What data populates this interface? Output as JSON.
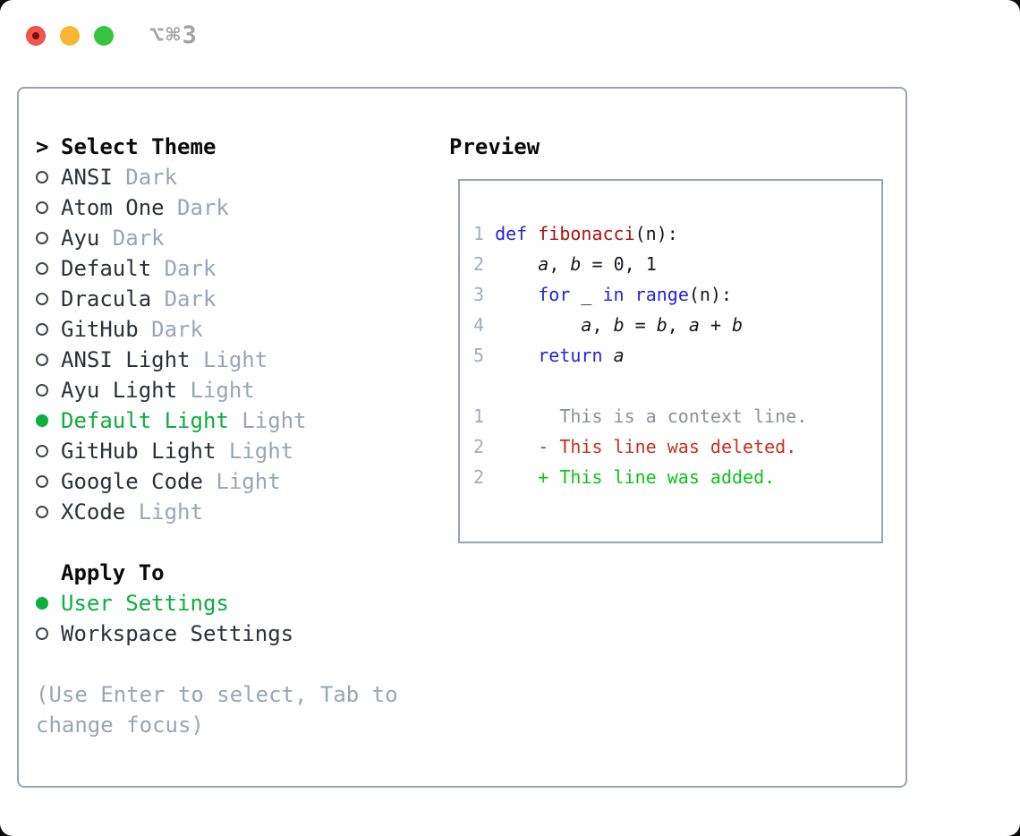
{
  "titlebar": {
    "shortcut": "⌥⌘3",
    "lights": [
      "close",
      "minimize",
      "zoom"
    ]
  },
  "colors": {
    "accent_green": "#0cae3e",
    "keyword_blue": "#2323df",
    "function_red": "#ad1310",
    "deleted_red": "#c63120",
    "added_green": "#10c11b",
    "muted_gray": "#9aa5b6",
    "border_gray": "#99a3b1",
    "traffic_red": "#f2564f",
    "traffic_yellow": "#f7b733",
    "traffic_green": "#36c43f"
  },
  "theme_section": {
    "focus_marker": ">",
    "header": "Select Theme",
    "items": [
      {
        "name": "ANSI",
        "variant": "Dark",
        "selected": false
      },
      {
        "name": "Atom One",
        "variant": "Dark",
        "selected": false
      },
      {
        "name": "Ayu",
        "variant": "Dark",
        "selected": false
      },
      {
        "name": "Default",
        "variant": "Dark",
        "selected": false
      },
      {
        "name": "Dracula",
        "variant": "Dark",
        "selected": false
      },
      {
        "name": "GitHub",
        "variant": "Dark",
        "selected": false
      },
      {
        "name": "ANSI Light",
        "variant": "Light",
        "selected": false
      },
      {
        "name": "Ayu Light",
        "variant": "Light",
        "selected": false
      },
      {
        "name": "Default Light",
        "variant": "Light",
        "selected": true
      },
      {
        "name": "GitHub Light",
        "variant": "Light",
        "selected": false
      },
      {
        "name": "Google Code",
        "variant": "Light",
        "selected": false
      },
      {
        "name": "XCode",
        "variant": "Light",
        "selected": false
      }
    ]
  },
  "apply_section": {
    "header": "Apply To",
    "items": [
      {
        "name": "User Settings",
        "selected": true
      },
      {
        "name": "Workspace Settings",
        "selected": false
      }
    ]
  },
  "hint_lines": [
    "(Use Enter to select, Tab to",
    "change focus)"
  ],
  "preview": {
    "title": "Preview",
    "lines": [
      {
        "gutter": "1",
        "tokens": [
          {
            "t": "def",
            "s": "kw"
          },
          {
            "t": " ",
            "s": "pl"
          },
          {
            "t": "fibonacci",
            "s": "fn"
          },
          {
            "t": "(n):",
            "s": "pl"
          }
        ]
      },
      {
        "gutter": "2",
        "tokens": [
          {
            "t": "    ",
            "s": "pl"
          },
          {
            "t": "a",
            "s": "var"
          },
          {
            "t": ", ",
            "s": "pl"
          },
          {
            "t": "b",
            "s": "var"
          },
          {
            "t": " = 0, 1",
            "s": "pl"
          }
        ]
      },
      {
        "gutter": "3",
        "tokens": [
          {
            "t": "    ",
            "s": "pl"
          },
          {
            "t": "for",
            "s": "kw"
          },
          {
            "t": " _ ",
            "s": "pl"
          },
          {
            "t": "in",
            "s": "kw"
          },
          {
            "t": " ",
            "s": "pl"
          },
          {
            "t": "range",
            "s": "kw"
          },
          {
            "t": "(n):",
            "s": "pl"
          }
        ]
      },
      {
        "gutter": "4",
        "tokens": [
          {
            "t": "        ",
            "s": "pl"
          },
          {
            "t": "a",
            "s": "var"
          },
          {
            "t": ", ",
            "s": "pl"
          },
          {
            "t": "b",
            "s": "var"
          },
          {
            "t": " = ",
            "s": "pl"
          },
          {
            "t": "b",
            "s": "var"
          },
          {
            "t": ", ",
            "s": "pl"
          },
          {
            "t": "a",
            "s": "var"
          },
          {
            "t": " + ",
            "s": "pl"
          },
          {
            "t": "b",
            "s": "var"
          }
        ]
      },
      {
        "gutter": "5",
        "tokens": [
          {
            "t": "    ",
            "s": "pl"
          },
          {
            "t": "return",
            "s": "kw"
          },
          {
            "t": " ",
            "s": "pl"
          },
          {
            "t": "a",
            "s": "var"
          }
        ]
      },
      {
        "gutter": "",
        "tokens": []
      },
      {
        "gutter": "1",
        "tokens": [
          {
            "t": "      This is a context line.",
            "s": "ctx"
          }
        ]
      },
      {
        "gutter": "2",
        "tokens": [
          {
            "t": "    - This line was deleted.",
            "s": "del"
          }
        ]
      },
      {
        "gutter": "2",
        "tokens": [
          {
            "t": "    + This line was added.",
            "s": "add"
          }
        ]
      }
    ]
  }
}
